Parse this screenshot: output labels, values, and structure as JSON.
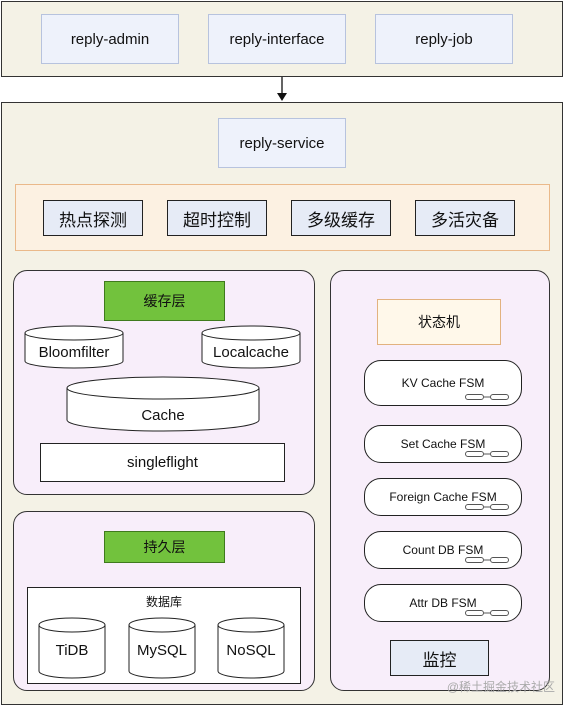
{
  "top_services": [
    "reply-admin",
    "reply-interface",
    "reply-job"
  ],
  "core_service": "reply-service",
  "features": [
    "热点探测",
    "超时控制",
    "多级缓存",
    "多活灾备"
  ],
  "cache_layer": {
    "title": "缓存层",
    "bloomfilter": "Bloomfilter",
    "localcache": "Localcache",
    "cache": "Cache",
    "singleflight": "singleflight"
  },
  "persist_layer": {
    "title": "持久层",
    "db_group_title": "数据库",
    "dbs": [
      "TiDB",
      "MySQL",
      "NoSQL"
    ]
  },
  "state_machine": {
    "title": "状态机",
    "items": [
      "KV Cache FSM",
      "Set Cache FSM",
      "Foreign Cache FSM",
      "Count DB FSM",
      "Attr DB FSM"
    ],
    "monitor": "监控"
  },
  "watermark": "@稀土掘金技术社区",
  "colors": {
    "panel_bg": "#f4f2e6",
    "layer_title_green": "#72c23d",
    "feature_row_bg": "#fcf1e2",
    "layer_bg": "#f8eefa"
  }
}
